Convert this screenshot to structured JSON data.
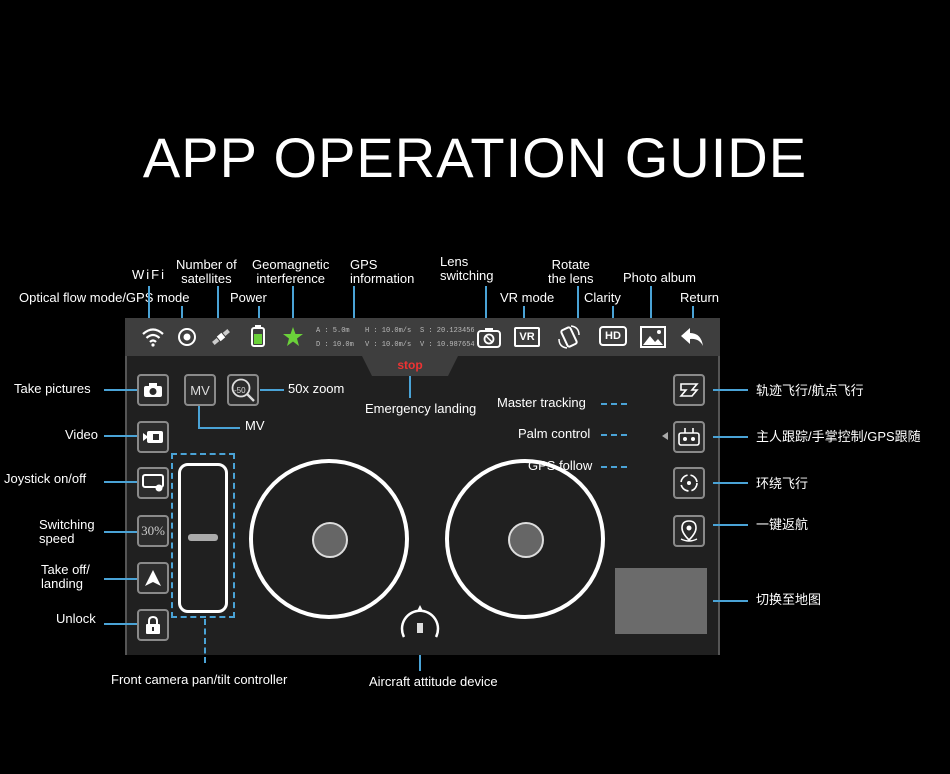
{
  "title": "APP OPERATION GUIDE",
  "top_labels": {
    "wifi": "WiFi",
    "satellites": "Number of\nsatellites",
    "geomagnetic": "Geomagnetic\ninterference",
    "gps_info": "GPS\ninformation",
    "lens_switching": "Lens\nswitching",
    "rotate_lens": "Rotate\nthe lens",
    "photo_album": "Photo album",
    "optical_gps_mode": "Optical flow mode/GPS mode",
    "power": "Power",
    "vr_mode": "VR mode",
    "clarity": "Clarity",
    "return": "Return"
  },
  "telemetry": {
    "a": "A : 5.0m",
    "d": "D : 10.0m",
    "h": "H : 10.0m/s",
    "v": "V : 10.0m/s",
    "s": "S : 20.123456",
    "v2": "V : 10.987654"
  },
  "buttons": {
    "mv": "MV",
    "zoom": "-50",
    "speed": "30%",
    "stop": "stop",
    "vr": "VR",
    "hd": "HD"
  },
  "left_labels": {
    "take_pictures": "Take pictures",
    "video": "Video",
    "joystick": "Joystick on/off",
    "switching_speed": "Switching\nspeed",
    "takeoff": "Take off/\nlanding",
    "unlock": "Unlock"
  },
  "mid_labels": {
    "zoom": "50x zoom",
    "mv": "MV",
    "emergency": "Emergency landing",
    "master_tracking": "Master tracking",
    "palm_control": "Palm control",
    "gps_follow": "GPS follow",
    "gimbal": "Front camera pan/tilt controller",
    "attitude": "Aircraft attitude device"
  },
  "right_labels": {
    "trajectory": "轨迹飞行/航点飞行",
    "follow": "主人跟踪/手掌控制/GPS跟随",
    "orbit": "环绕飞行",
    "rth": "一键返航",
    "map": "切换至地图"
  }
}
